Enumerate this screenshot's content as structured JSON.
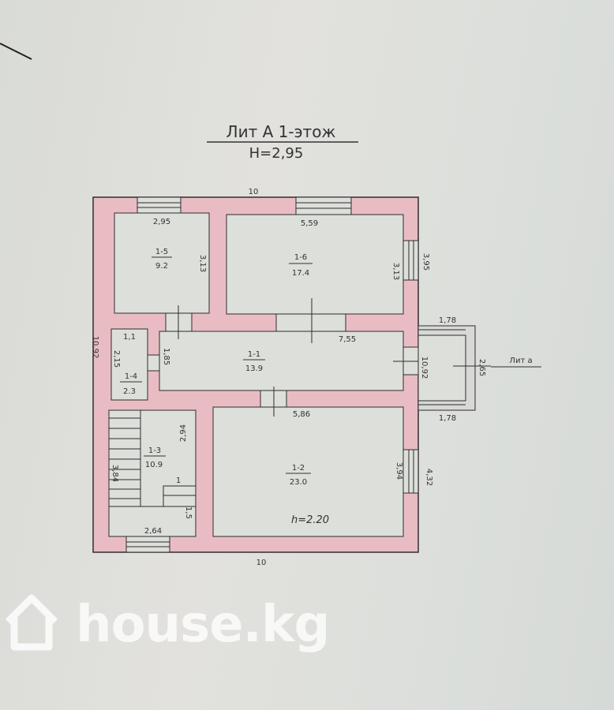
{
  "title": {
    "line1": "Лит А 1-этож",
    "line2": "H=2,95"
  },
  "dimensions": {
    "top_overall": "10",
    "bottom_overall": "10",
    "left_overall": "10,92",
    "room_1_5_width": "2,95",
    "room_1_5_height": "3,13",
    "room_1_6_width": "5,59",
    "room_1_6_height": "3,13",
    "right_upper": "3,95",
    "corridor_width": "7,55",
    "corridor_height": "1,85",
    "corridor_right": "10,92",
    "room_1_4_width": "1,1",
    "room_1_4_height": "2,15",
    "room_1_3_height": "2,94",
    "room_1_3_stairs": "3,84",
    "room_1_3_width": "2,64",
    "room_1_3_step_w": "1",
    "room_1_3_step_h": "1,5",
    "room_1_2_width": "5,86",
    "room_1_2_height": "3,94",
    "right_lower": "4,32",
    "porch_top": "1,78",
    "porch_bottom": "1,78",
    "porch_height": "2,65"
  },
  "rooms": [
    {
      "id": "1-5",
      "area": "9.2"
    },
    {
      "id": "1-6",
      "area": "17.4"
    },
    {
      "id": "1-1",
      "area": "13.9"
    },
    {
      "id": "1-4",
      "area": "2.3"
    },
    {
      "id": "1-3",
      "area": "10.9"
    },
    {
      "id": "1-2",
      "area": "23.0"
    }
  ],
  "room_1_2_note": "h=2.20",
  "porch_label": "Лит а",
  "watermark": "house.kg",
  "colors": {
    "wall": "#e9bcc4",
    "line": "#2e2e2e",
    "room": "#dcdfda"
  }
}
